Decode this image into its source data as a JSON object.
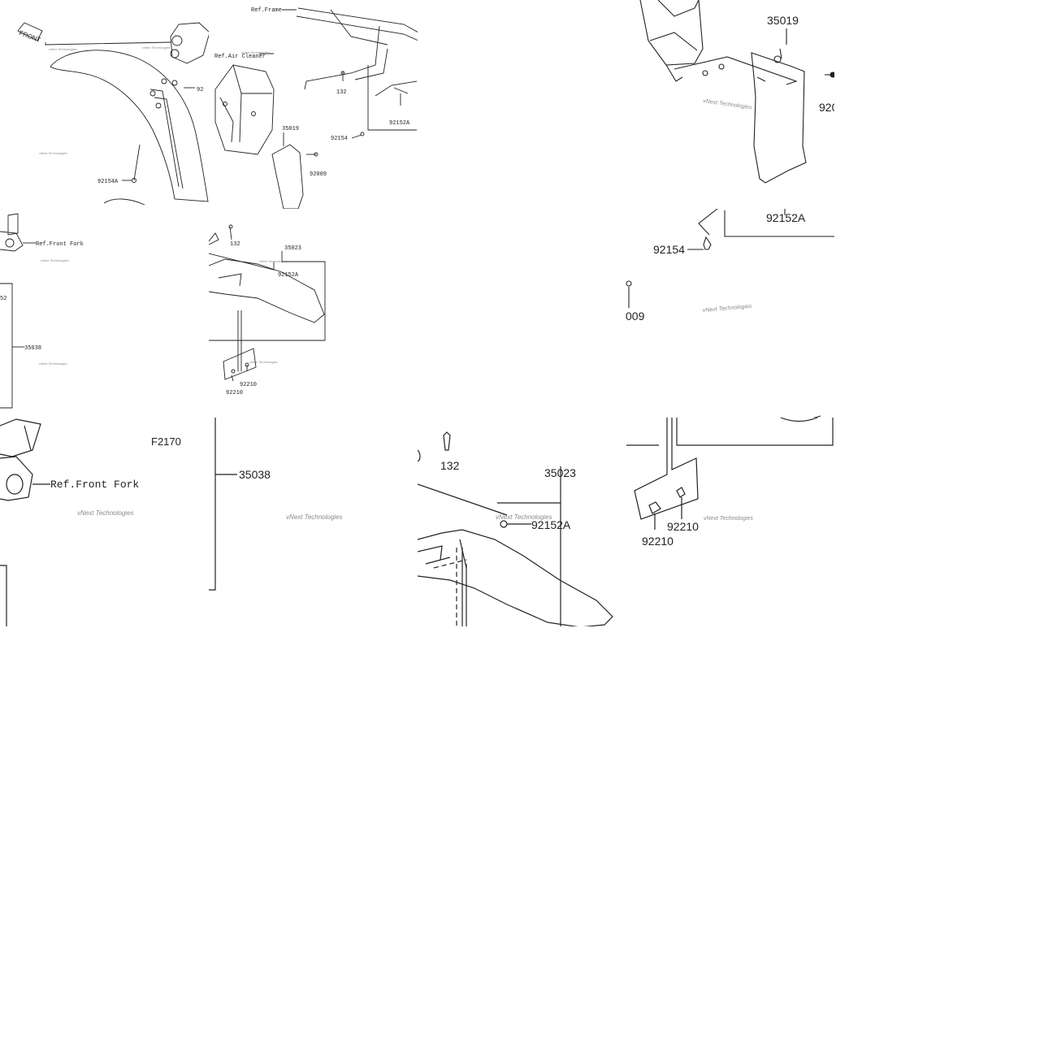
{
  "watermark": "vNext Technologies",
  "front_badge": "FRONT",
  "labels": {
    "ref_frame": "Ref.Frame",
    "ref_air_cleaner": "Ref.Air Cleaner",
    "ref_front_fork": "Ref.Front Fork",
    "fig_id": "F2170",
    "p35019": "35019",
    "p35023": "35023",
    "p35038": "35038",
    "p92009": "92009",
    "p92009_partial": "009",
    "p92152a": "92152A",
    "p92152a_partial": "52",
    "p92154": "92154",
    "p92154a": "92154A",
    "p92210": "92210",
    "p132": "132",
    "p92_partial": "92",
    "p920_partial": "920"
  },
  "colors": {
    "line": "#222222",
    "watermark": "#8a8a8a",
    "background": "#ffffff"
  }
}
